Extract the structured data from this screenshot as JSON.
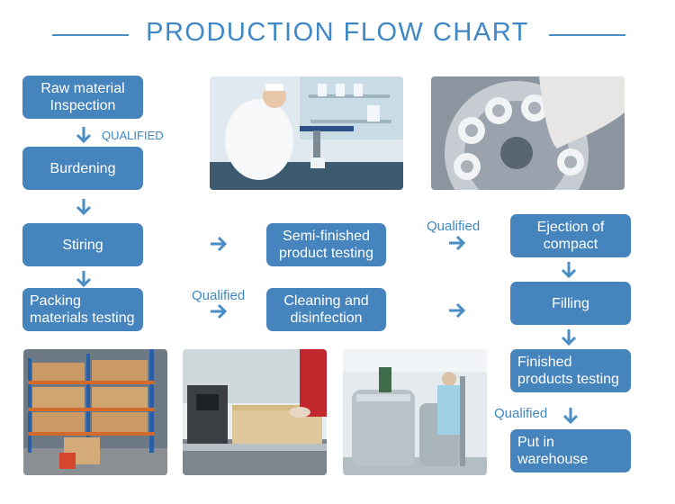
{
  "header": {
    "title": "PRODUCTION  FLOW  CHART"
  },
  "steps": {
    "raw_material": "Raw material\nInspection",
    "burdening": "Burdening",
    "stiring": "Stiring",
    "packing": "Packing\nmaterials testing",
    "semi_finished": "Semi-finished\nproduct testing",
    "cleaning": "Cleaning and\ndisinfection",
    "ejection": "Ejection of\ncompact",
    "filling": "Filling",
    "finished": "Finished\nproducts testing",
    "warehouse": "Put in\nwarehouse"
  },
  "labels": {
    "qualified_1": "QUALIFIED",
    "qualified_2": "Qualified",
    "qualified_3": "Qualified",
    "qualified_4": "Qualified"
  },
  "colors": {
    "box": "#4684bd",
    "accent": "#3f88c5",
    "arrow": "#4a8ec6"
  }
}
